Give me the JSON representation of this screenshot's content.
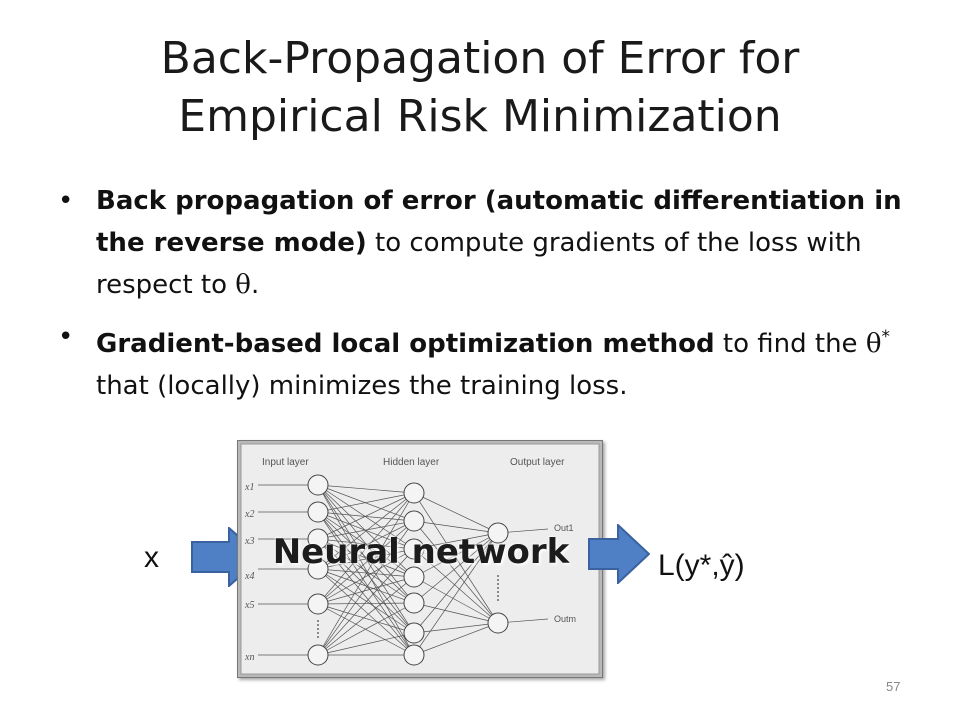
{
  "title": {
    "line1": "Back-Propagation of Error for",
    "line2": "Empirical Risk Minimization"
  },
  "bullets": [
    {
      "bold": "Back propagation of error (automatic differentiation in the reverse mode)",
      "rest": " to compute gradients of the loss with respect to ",
      "symbol": "θ",
      "end": "."
    },
    {
      "bold": "Gradient-based local optimization method",
      "rest": " to find the ",
      "symbol": "θ",
      "sup": "*",
      "end": " that (locally) minimizes the training loss."
    }
  ],
  "diagram": {
    "input_label": "x",
    "box_label": "Neural network",
    "output_label": "L(y*,ŷ)",
    "layer_labels": [
      "Input layer",
      "Hidden layer",
      "Output layer"
    ],
    "input_nodes": [
      "x1",
      "x2",
      "x3",
      "x4",
      "x5",
      "xn"
    ],
    "output_nodes": [
      "Out1",
      "Outm"
    ],
    "arrow_color": "#4f7fc4",
    "arrow_border": "#3a62a0"
  },
  "page_number": "57"
}
